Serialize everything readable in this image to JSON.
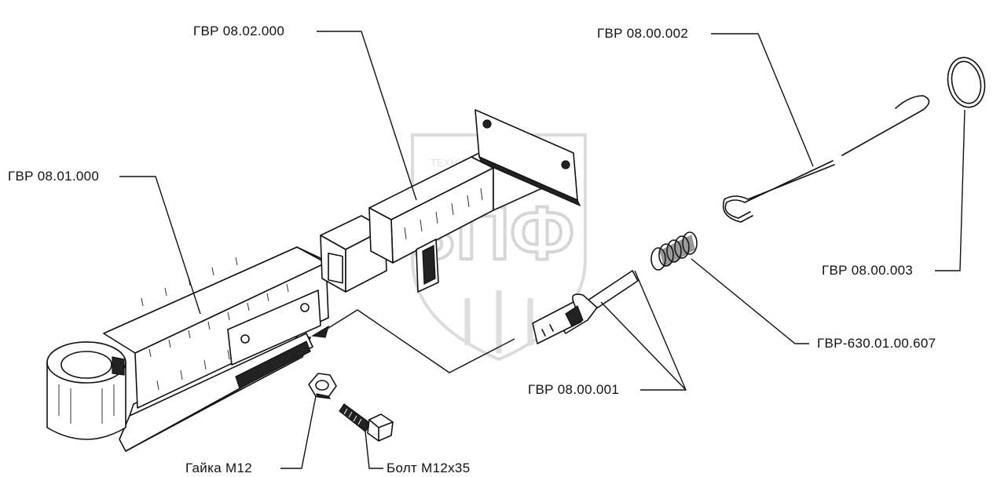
{
  "labels": {
    "tube_assembly": "ГВР 08.02.000",
    "rod_hook": "ГВР 08.00.002",
    "body_assembly": "ГВР 08.01.000",
    "ring": "ГВР 08.00.003",
    "spring": "ГВР-630.01.00.607",
    "latch": "ГВР 08.00.001",
    "nut": "Гайка М12",
    "bolt": "Болт М12х35"
  },
  "watermark": {
    "top_text": "ТЕХНИКА",
    "main_text": "ЗПФ"
  }
}
